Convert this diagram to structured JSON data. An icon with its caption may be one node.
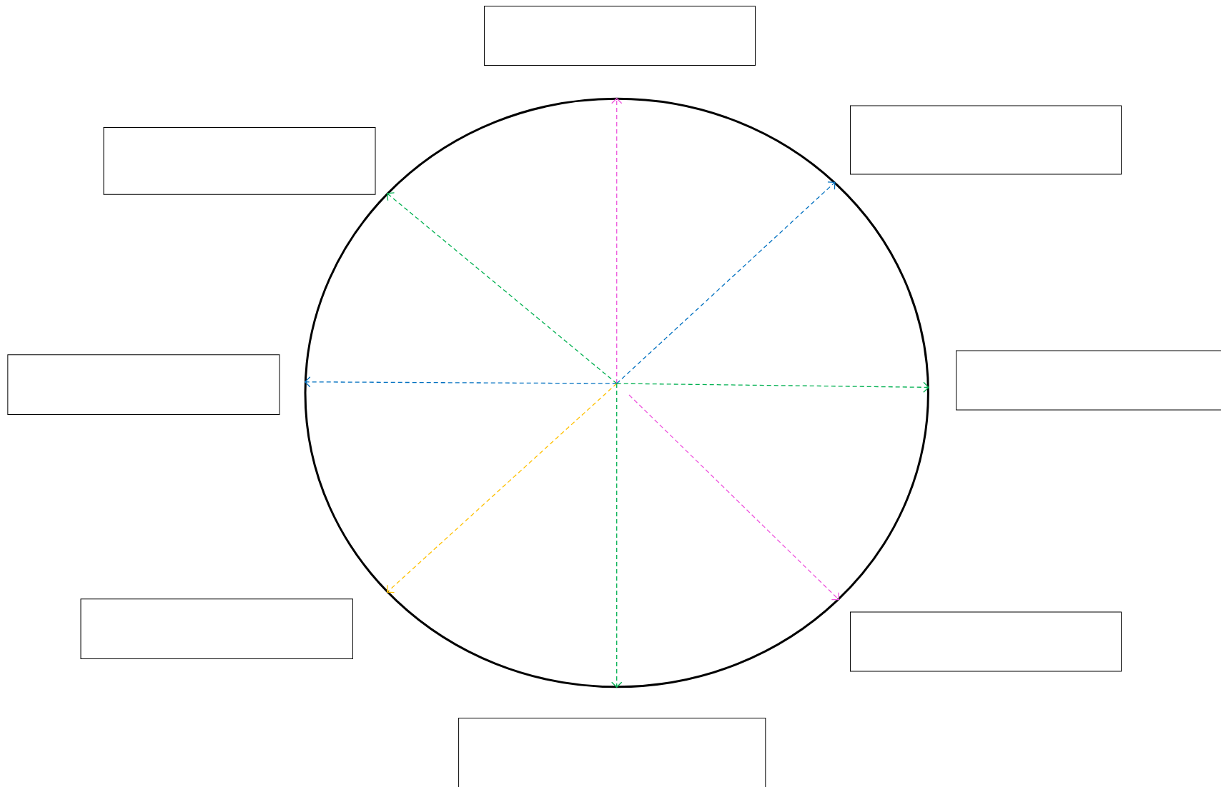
{
  "diagram": {
    "nodes": [
      {
        "text": [],
        "shape": "box"
      },
      {
        "text": [],
        "shape": "box"
      },
      {
        "text": [],
        "shape": "box"
      },
      {
        "text": [],
        "shape": "box"
      },
      {
        "text": [],
        "shape": "box"
      },
      {
        "text": [],
        "shape": "box"
      },
      {
        "text": [],
        "shape": "box"
      },
      {
        "text": [],
        "shape": "box"
      },
      {
        "text": [],
        "shape": "circle"
      }
    ],
    "edges": [
      {
        "from": 8,
        "to": null,
        "arrow": "to",
        "style": "dashed",
        "color": "#ee55dd"
      },
      {
        "from": 8,
        "to": null,
        "arrow": "to",
        "style": "dashed",
        "color": "#0070c0"
      },
      {
        "from": 8,
        "to": null,
        "arrow": "to",
        "style": "dashed",
        "color": "#00b050"
      },
      {
        "from": 8,
        "to": null,
        "arrow": "to",
        "style": "dashed",
        "color": "#ee55dd"
      },
      {
        "from": 8,
        "to": null,
        "arrow": "to",
        "style": "dashed",
        "color": "#00b050"
      },
      {
        "from": 8,
        "to": null,
        "arrow": "to",
        "style": "dashed",
        "color": "#ffc000"
      },
      {
        "from": 8,
        "to": null,
        "arrow": "to",
        "style": "dashed",
        "color": "#0070c0"
      },
      {
        "from": 8,
        "to": null,
        "arrow": "to",
        "style": "dashed",
        "color": "#00b050"
      }
    ]
  }
}
